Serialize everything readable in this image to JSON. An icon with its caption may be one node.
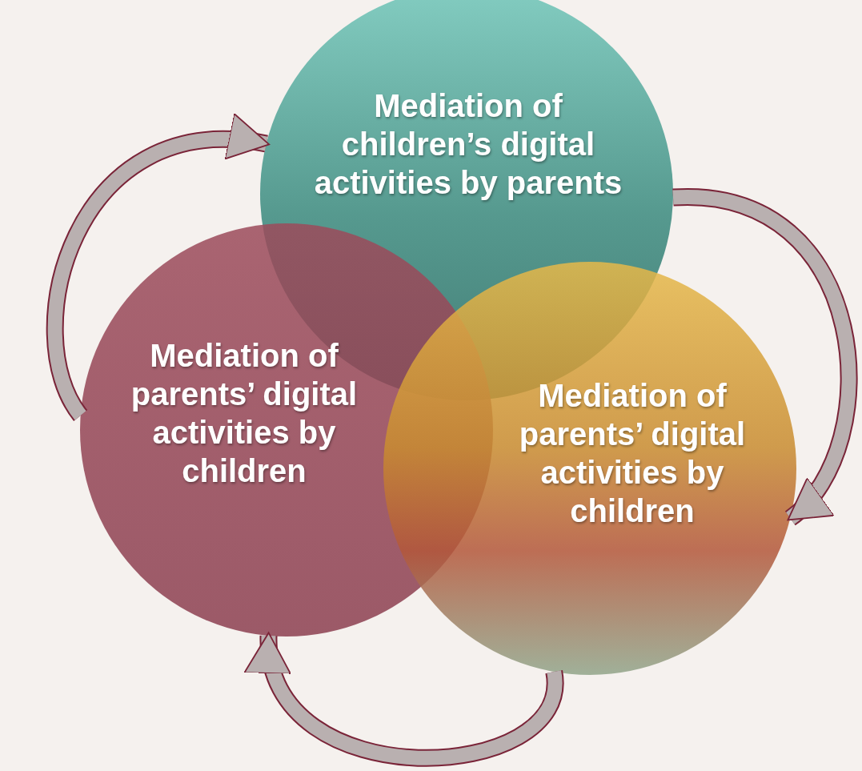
{
  "diagram": {
    "nodes": [
      {
        "text": [
          "Mediation of children’s digital activities by parents"
        ]
      },
      {
        "text": [
          "Mediation of parents’ digital activities by children"
        ]
      },
      {
        "text": [
          "Mediation of parents’ digital activities by children"
        ]
      }
    ],
    "edges": [
      {
        "from": 1,
        "to": 0,
        "arrow": "to"
      },
      {
        "from": 0,
        "to": 2,
        "arrow": "to"
      },
      {
        "from": 2,
        "to": 1,
        "arrow": "to"
      }
    ]
  }
}
